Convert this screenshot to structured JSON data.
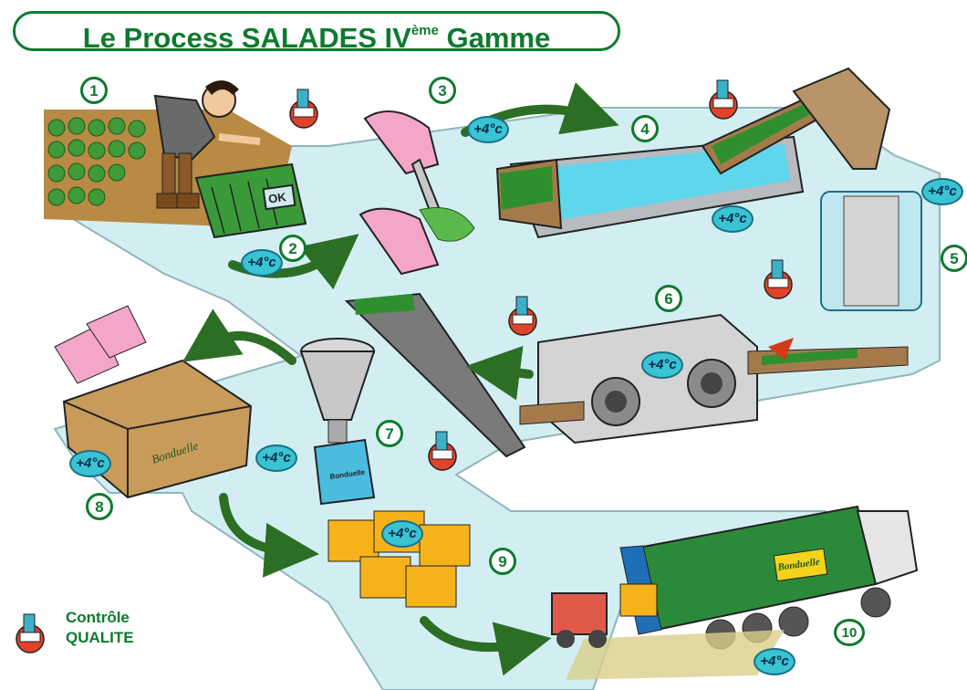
{
  "title": {
    "main": "Le Process SALADES IV",
    "sup": "ème",
    "end": " Gamme"
  },
  "steps": [
    "1",
    "2",
    "3",
    "4",
    "5",
    "6",
    "7",
    "8",
    "9",
    "10"
  ],
  "temperature_label": "+4°c",
  "legend": {
    "line1": "Contrôle",
    "line2": "QUALITE"
  },
  "brand_label": "Bonduelle",
  "ok_label": "OK",
  "icons": [
    "microscope-icon",
    "arrow-icon",
    "truck-icon",
    "forklift-icon"
  ],
  "colors": {
    "path": "#d2eef2",
    "path_border": "#8fb6bc",
    "title_green": "#0e7a2e",
    "arrow_green": "#2b6e24",
    "temp_badge": "#39c3d3",
    "qc_red": "#e0432a"
  }
}
